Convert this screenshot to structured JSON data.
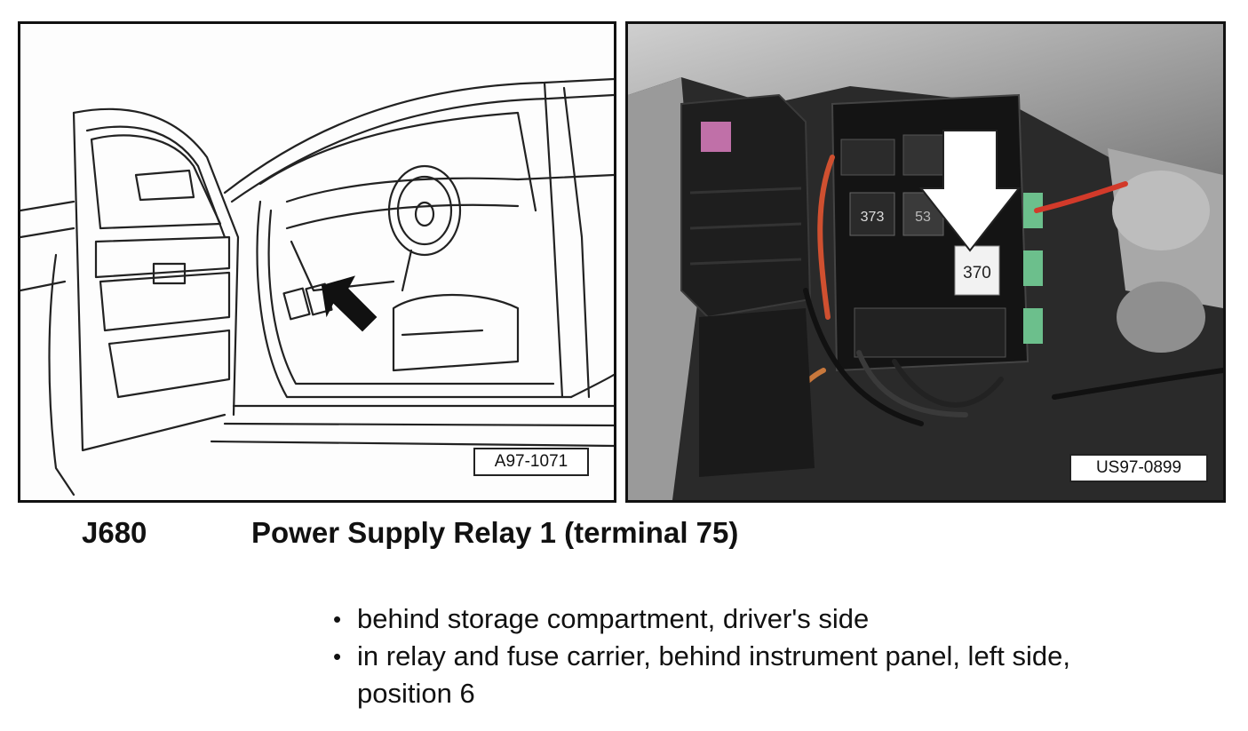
{
  "figures": {
    "left": {
      "reference": "A97-1071"
    },
    "right": {
      "reference": "US97-0899",
      "relay_numbers": [
        "373",
        "53",
        "370"
      ]
    }
  },
  "component": {
    "code": "J680",
    "title": "Power Supply Relay 1 (terminal 75)"
  },
  "locations": [
    "behind storage compartment, driver's side",
    "in relay and fuse carrier, behind instrument panel, left side, position 6"
  ],
  "icons": {
    "bullet": "bullet-icon",
    "arrow": "arrow-icon"
  }
}
